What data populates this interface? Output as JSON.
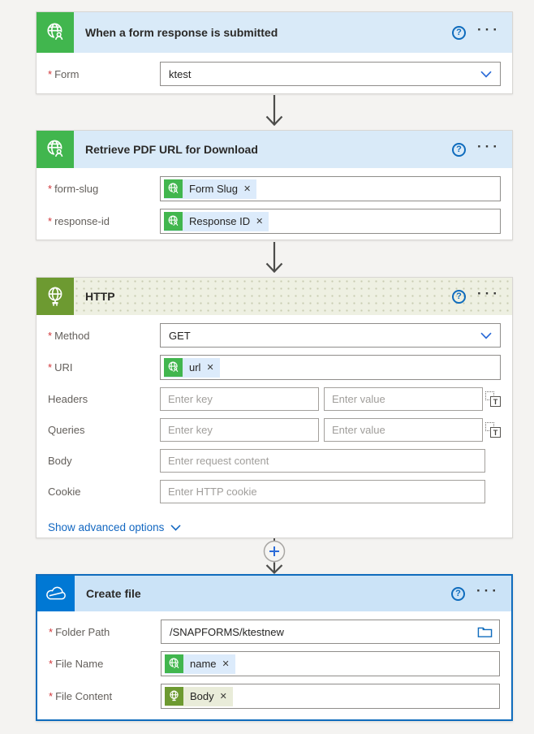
{
  "common": {
    "required_marker": "*",
    "help_label": "?",
    "menu_label": "···",
    "token_remove": "✕",
    "array_toggle": "T"
  },
  "colors": {
    "accent_blue": "#0f6cbd",
    "connector_green": "#41b64e",
    "connector_olive": "#6d9a31",
    "onedrive_blue": "#0078d4",
    "header_blue": "#d9eaf8",
    "http_header_bg": "#eef0e2",
    "selected_border": "#0f6cbd",
    "token_blue_bg": "#dcebfb",
    "token_olive_bg": "#e9ecd9",
    "required_red": "#d13438"
  },
  "trigger_card": {
    "title": "When a form response is submitted",
    "form": {
      "label": "Form",
      "value": "ktest"
    }
  },
  "retrieve_card": {
    "title": "Retrieve PDF URL for Download",
    "form_slug": {
      "label": "form-slug",
      "token": "Form Slug"
    },
    "response_id": {
      "label": "response-id",
      "token": "Response ID"
    }
  },
  "http_card": {
    "title": "HTTP",
    "method": {
      "label": "Method",
      "value": "GET"
    },
    "uri": {
      "label": "URI",
      "token": "url"
    },
    "headers": {
      "label": "Headers",
      "key_placeholder": "Enter key",
      "value_placeholder": "Enter value"
    },
    "queries": {
      "label": "Queries",
      "key_placeholder": "Enter key",
      "value_placeholder": "Enter value"
    },
    "body": {
      "label": "Body",
      "placeholder": "Enter request content"
    },
    "cookie": {
      "label": "Cookie",
      "placeholder": "Enter HTTP cookie"
    },
    "advanced_options_label": "Show advanced options"
  },
  "create_file_card": {
    "title": "Create file",
    "folder_path": {
      "label": "Folder Path",
      "value": "/SNAPFORMS/ktestnew"
    },
    "file_name": {
      "label": "File Name",
      "token": "name"
    },
    "file_content": {
      "label": "File Content",
      "token": "Body"
    }
  }
}
